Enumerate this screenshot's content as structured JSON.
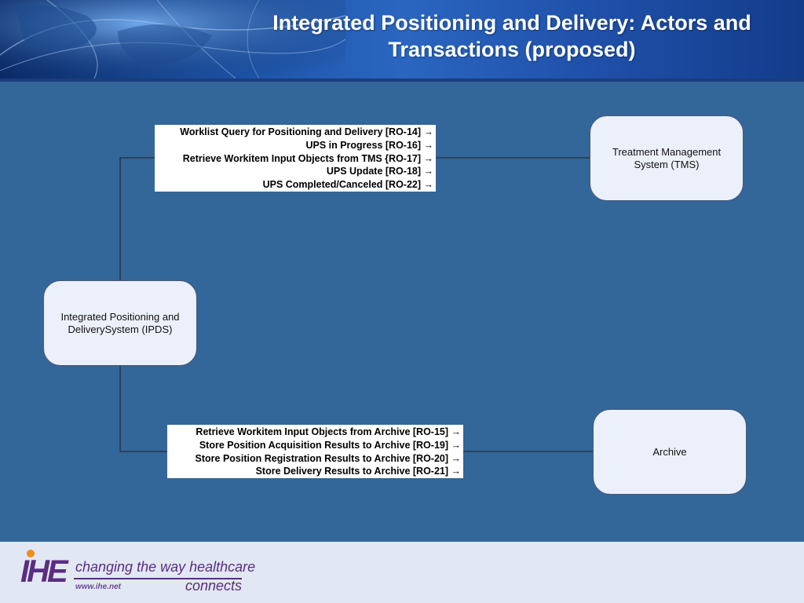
{
  "slide": {
    "title_line1": "Integrated Positioning and Delivery: Actors and",
    "title_line2": "Transactions (proposed)"
  },
  "actors": {
    "tms": {
      "line1": "Treatment Management",
      "line2": "System (TMS)"
    },
    "ipds": {
      "line1": "Integrated Positioning and",
      "line2": "DeliverySystem (IPDS)"
    },
    "archive": {
      "line1": "Archive"
    }
  },
  "transactions": {
    "tms": [
      "Worklist Query for Positioning and Delivery [RO-14] →",
      "UPS in Progress [RO-16] →",
      "Retrieve Workitem Input Objects from TMS {RO-17] →",
      "UPS Update [RO-18] →",
      "UPS Completed/Canceled [RO-22] →"
    ],
    "archive": [
      "Retrieve Workitem Input Objects from Archive [RO-15] →",
      "Store Position Acquisition Results to Archive [RO-19] →",
      "Store Position Registration Results to Archive [RO-20] →",
      "Store Delivery Results to Archive [RO-21] →"
    ]
  },
  "footer": {
    "logo_mark": "IHE",
    "tagline": "changing the way healthcare",
    "connects": "connects",
    "website": "www.ihe.net"
  },
  "colors": {
    "background": "#336699",
    "actor_fill": "#ecf0fa",
    "logo_purple": "#5a2d82",
    "logo_orange": "#f28c1a"
  }
}
